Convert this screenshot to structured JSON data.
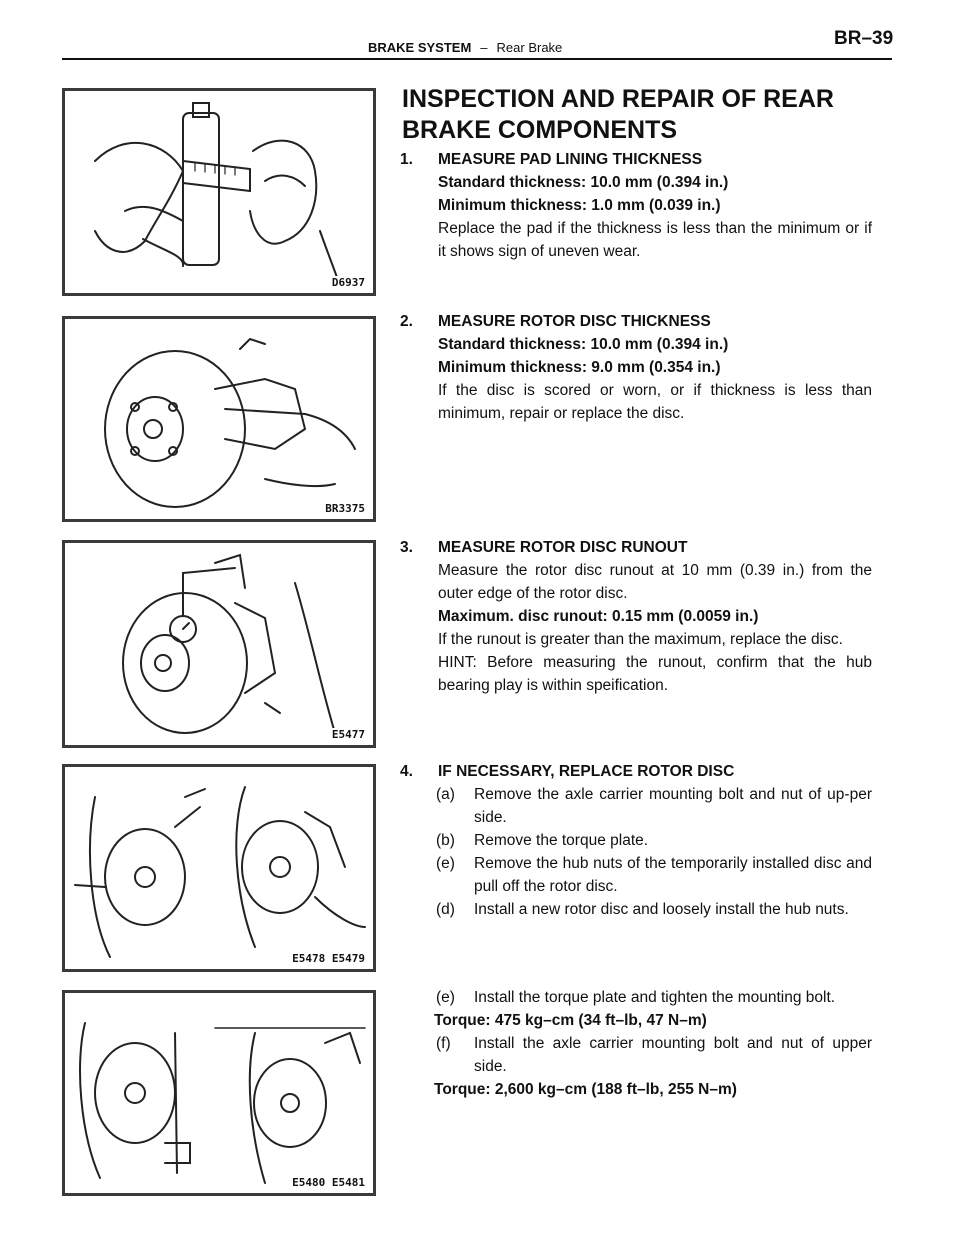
{
  "header": {
    "section": "BRAKE SYSTEM",
    "dash": "–",
    "subsection": "Rear Brake",
    "page_number": "BR–39"
  },
  "title": "INSPECTION AND REPAIR OF REAR BRAKE COMPONENTS",
  "figures": [
    {
      "code": "D6937"
    },
    {
      "code": "BR3375"
    },
    {
      "code": "E5477"
    },
    {
      "code": "E5478  E5479"
    },
    {
      "code": "E5480  E5481"
    }
  ],
  "steps": [
    {
      "number": "1.",
      "heading": "MEASURE PAD LINING THICKNESS",
      "specs": [
        "Standard thickness: 10.0 mm (0.394 in.)",
        "Minimum thickness: 1.0 mm (0.039 in.)"
      ],
      "text": "Replace the pad if the thickness is less than the minimum or if it shows sign of uneven wear."
    },
    {
      "number": "2.",
      "heading": "MEASURE ROTOR DISC THICKNESS",
      "specs": [
        "Standard thickness: 10.0 mm (0.394 in.)",
        "Minimum thickness: 9.0 mm (0.354 in.)"
      ],
      "text": "If the disc is scored or worn, or if thickness is less than minimum, repair or replace the disc."
    },
    {
      "number": "3.",
      "heading": "MEASURE ROTOR DISC RUNOUT",
      "text1": "Measure the rotor disc runout at 10 mm (0.39 in.) from the outer edge of the rotor disc.",
      "spec": "Maximum. disc runout: 0.15 mm (0.0059 in.)",
      "text2": "If the runout is greater than the maximum, replace the disc.",
      "hint": "HINT: Before measuring the runout, confirm that the hub bearing play is within speification."
    },
    {
      "number": "4.",
      "heading": "IF NECESSARY, REPLACE ROTOR DISC",
      "substeps": [
        {
          "letter": "(a)",
          "text": "Remove the axle carrier mounting bolt and nut of up-per side."
        },
        {
          "letter": "(b)",
          "text": "Remove the torque plate."
        },
        {
          "letter": "(e)",
          "text": "Remove the hub nuts of the temporarily installed disc and pull off the rotor disc."
        },
        {
          "letter": "(d)",
          "text": "Install a new rotor disc and loosely install the hub nuts."
        }
      ]
    }
  ],
  "continuation": {
    "substep_e": {
      "letter": "(e)",
      "text": "Install the torque plate and tighten the mounting bolt."
    },
    "torque1": "Torque: 475 kg–cm (34 ft–lb, 47 N–m)",
    "substep_f": {
      "letter": "(f)",
      "text": "Install the axle carrier mounting bolt and nut of upper side."
    },
    "torque2": "Torque: 2,600 kg–cm (188 ft–lb, 255 N–m)"
  }
}
